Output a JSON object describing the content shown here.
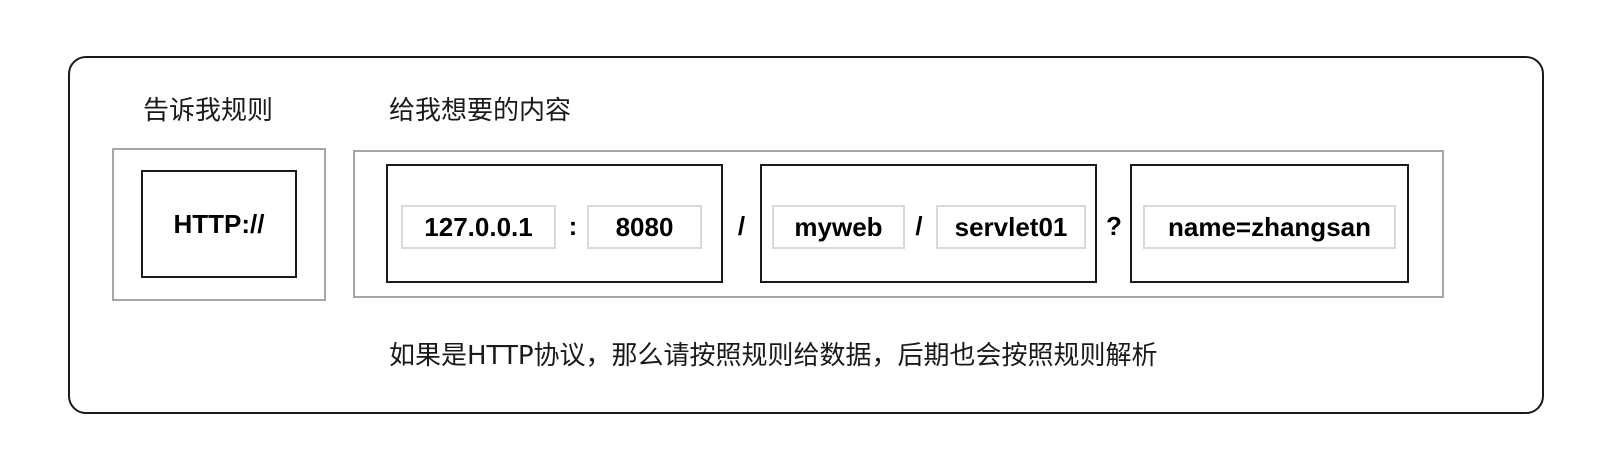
{
  "captions": {
    "rules": "告诉我规则",
    "content": "给我想要的内容",
    "footer": "如果是HTTP协议，那么请按照规则给数据，后期也会按照规则解析"
  },
  "protocol": "HTTP://",
  "host": {
    "ip": "127.0.0.1",
    "colon": ":",
    "port": "8080"
  },
  "slash1": "/",
  "path": {
    "app": "myweb",
    "slash": "/",
    "servlet": "servlet01"
  },
  "question": "?",
  "query": "name=zhangsan"
}
